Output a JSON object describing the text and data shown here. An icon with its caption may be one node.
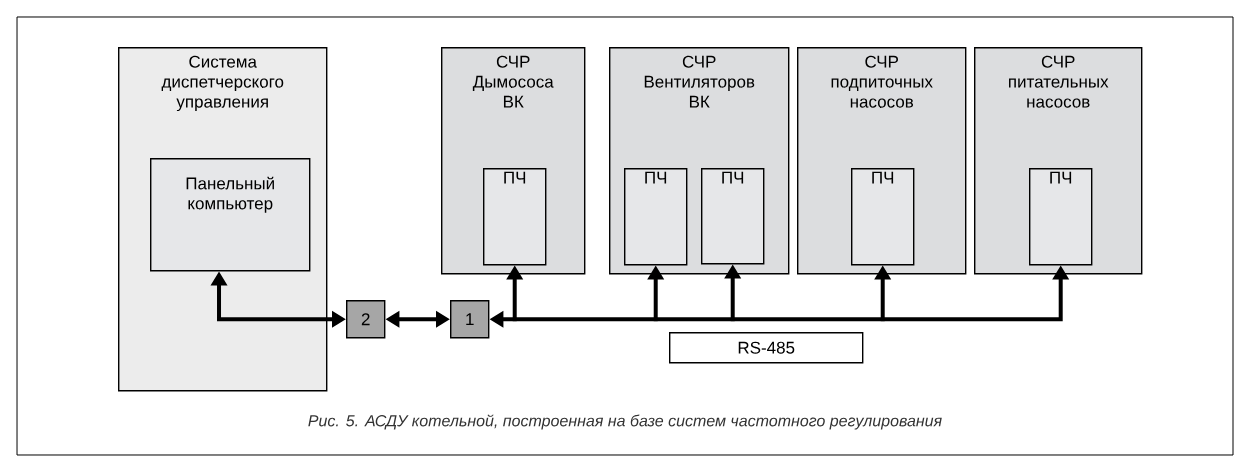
{
  "diagram": {
    "caption": "Рис. 5. АСДУ котельной, построенная на базе систем частотного регулирования",
    "nodes": [
      {
        "text": [
          "Система диспетчерского управления"
        ]
      },
      {
        "text": [
          "Панельный компьютер"
        ],
        "in": 0
      },
      {
        "text": [
          "СЧР Дымососа ВК"
        ]
      },
      {
        "text": [
          "ПЧ"
        ],
        "in": 2
      },
      {
        "text": [
          "СЧР Вентиляторов ВК"
        ]
      },
      {
        "text": [
          "ПЧ"
        ],
        "in": 4
      },
      {
        "text": [
          "ПЧ"
        ],
        "in": 4
      },
      {
        "text": [
          "СЧР подпиточных насосов"
        ]
      },
      {
        "text": [
          "ПЧ"
        ],
        "in": 7
      },
      {
        "text": [
          "СЧР питательных насосов"
        ]
      },
      {
        "text": [
          "ПЧ"
        ],
        "in": 9
      },
      {
        "text": [
          "2"
        ]
      },
      {
        "text": [
          "1"
        ]
      },
      {
        "text": [
          "RS-485"
        ]
      }
    ],
    "edges": [
      {
        "from": 1,
        "to": 11,
        "arrow": "both"
      },
      {
        "from": 11,
        "to": 12,
        "arrow": "both"
      },
      {
        "from": 12,
        "to": 3,
        "arrow": "both"
      },
      {
        "from": 12,
        "to": 5,
        "arrow": "both"
      },
      {
        "from": 12,
        "to": 6,
        "arrow": "both"
      },
      {
        "from": 12,
        "to": 8,
        "arrow": "both"
      },
      {
        "from": 12,
        "to": 10,
        "arrow": "both"
      }
    ]
  }
}
